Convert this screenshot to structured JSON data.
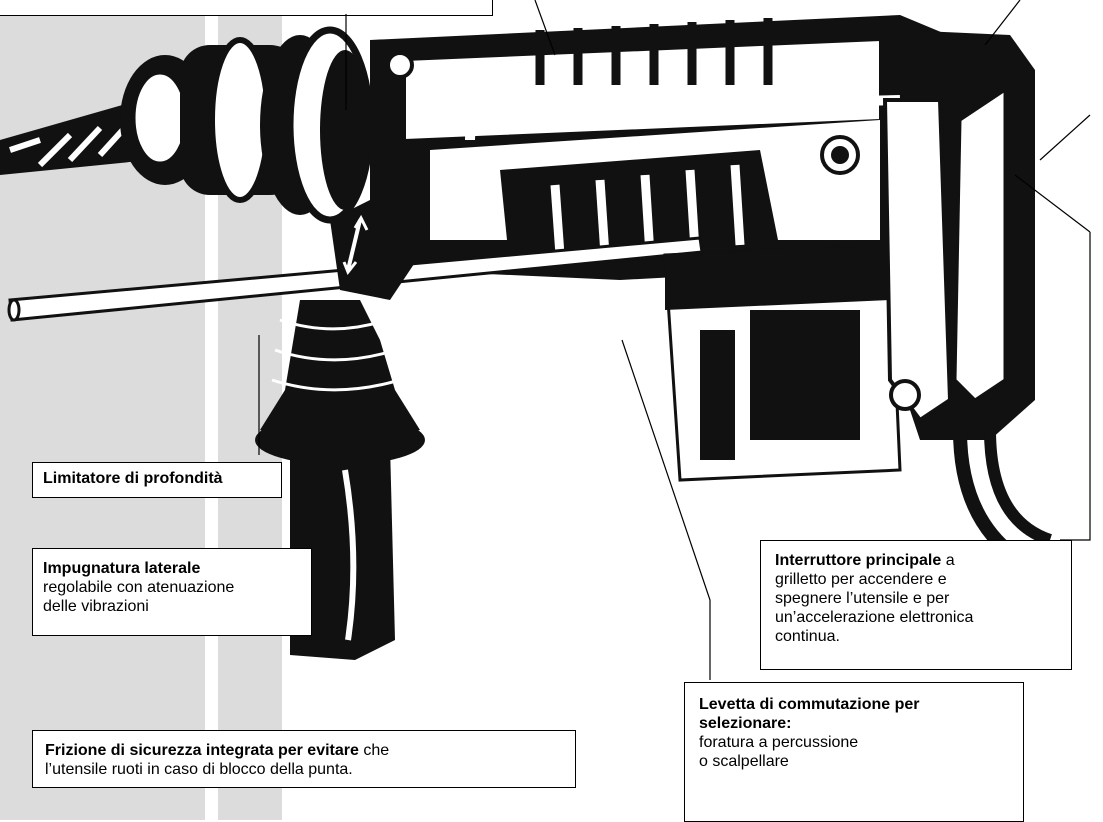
{
  "callouts": {
    "depth_limiter": {
      "bold": "Limitatore di profondità"
    },
    "side_handle": {
      "bold": "Impugnatura laterale",
      "line1": "regolabile con atenuazione",
      "line2": "delle vibrazioni"
    },
    "main_switch": {
      "bold": "Interruttore principale",
      "rest": " a",
      "line1": "grilletto per accendere e",
      "line2": "spegnere l’utensile e per",
      "line3": "un’accelerazione elettronica",
      "line4": "continua."
    },
    "selector": {
      "bold1": "Levetta di commutazione per",
      "bold2": "selezionare:",
      "line1": "foratura a percussione",
      "line2": "o scalpellare"
    },
    "clutch": {
      "bold": "Frizione di sicurezza integrata per evitare",
      "rest": " che",
      "line2": "l’utensile ruoti in caso di blocco della punta."
    }
  }
}
